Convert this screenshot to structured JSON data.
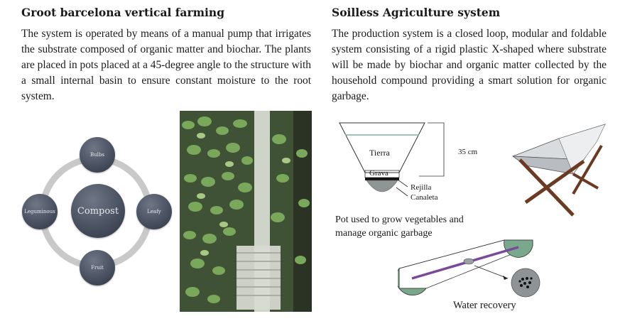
{
  "left": {
    "heading": "Groot barcelona vertical farming",
    "paragraph": "The system is operated by means of a manual pump that irrigates the substrate composed of organic matter and biochar. The plants are placed in pots placed at a 45-degree angle to the structure with a small internal basin to ensure constant moisture to the root system.",
    "cycle": {
      "center": "Compost",
      "top": "Bulbs",
      "left": "Leguminous",
      "right": "Leafy",
      "bottom": "Fruit"
    }
  },
  "right": {
    "heading": "Soilless Agriculture system",
    "paragraph": "The production system is a closed loop, modular and foldable system consisting of a rigid plastic X-shaped where substrate will be made by biochar and organic matter collected by the household compound providing a smart solution for organic garbage.",
    "pot": {
      "tierra": "Tierra",
      "grava": "Grava",
      "rejilla": "Rejilla",
      "canaleta": "Canaleta",
      "height": "35 cm",
      "caption": "Pot used to grow vegetables and manage organic garbage"
    },
    "water_label": "Water recovery"
  },
  "colors": {
    "node_fill": "#4a5262",
    "ring": "#c9c9c9",
    "teal": "#7aa88c",
    "purple": "#7a4a9a",
    "wood": "#6b3a22"
  }
}
